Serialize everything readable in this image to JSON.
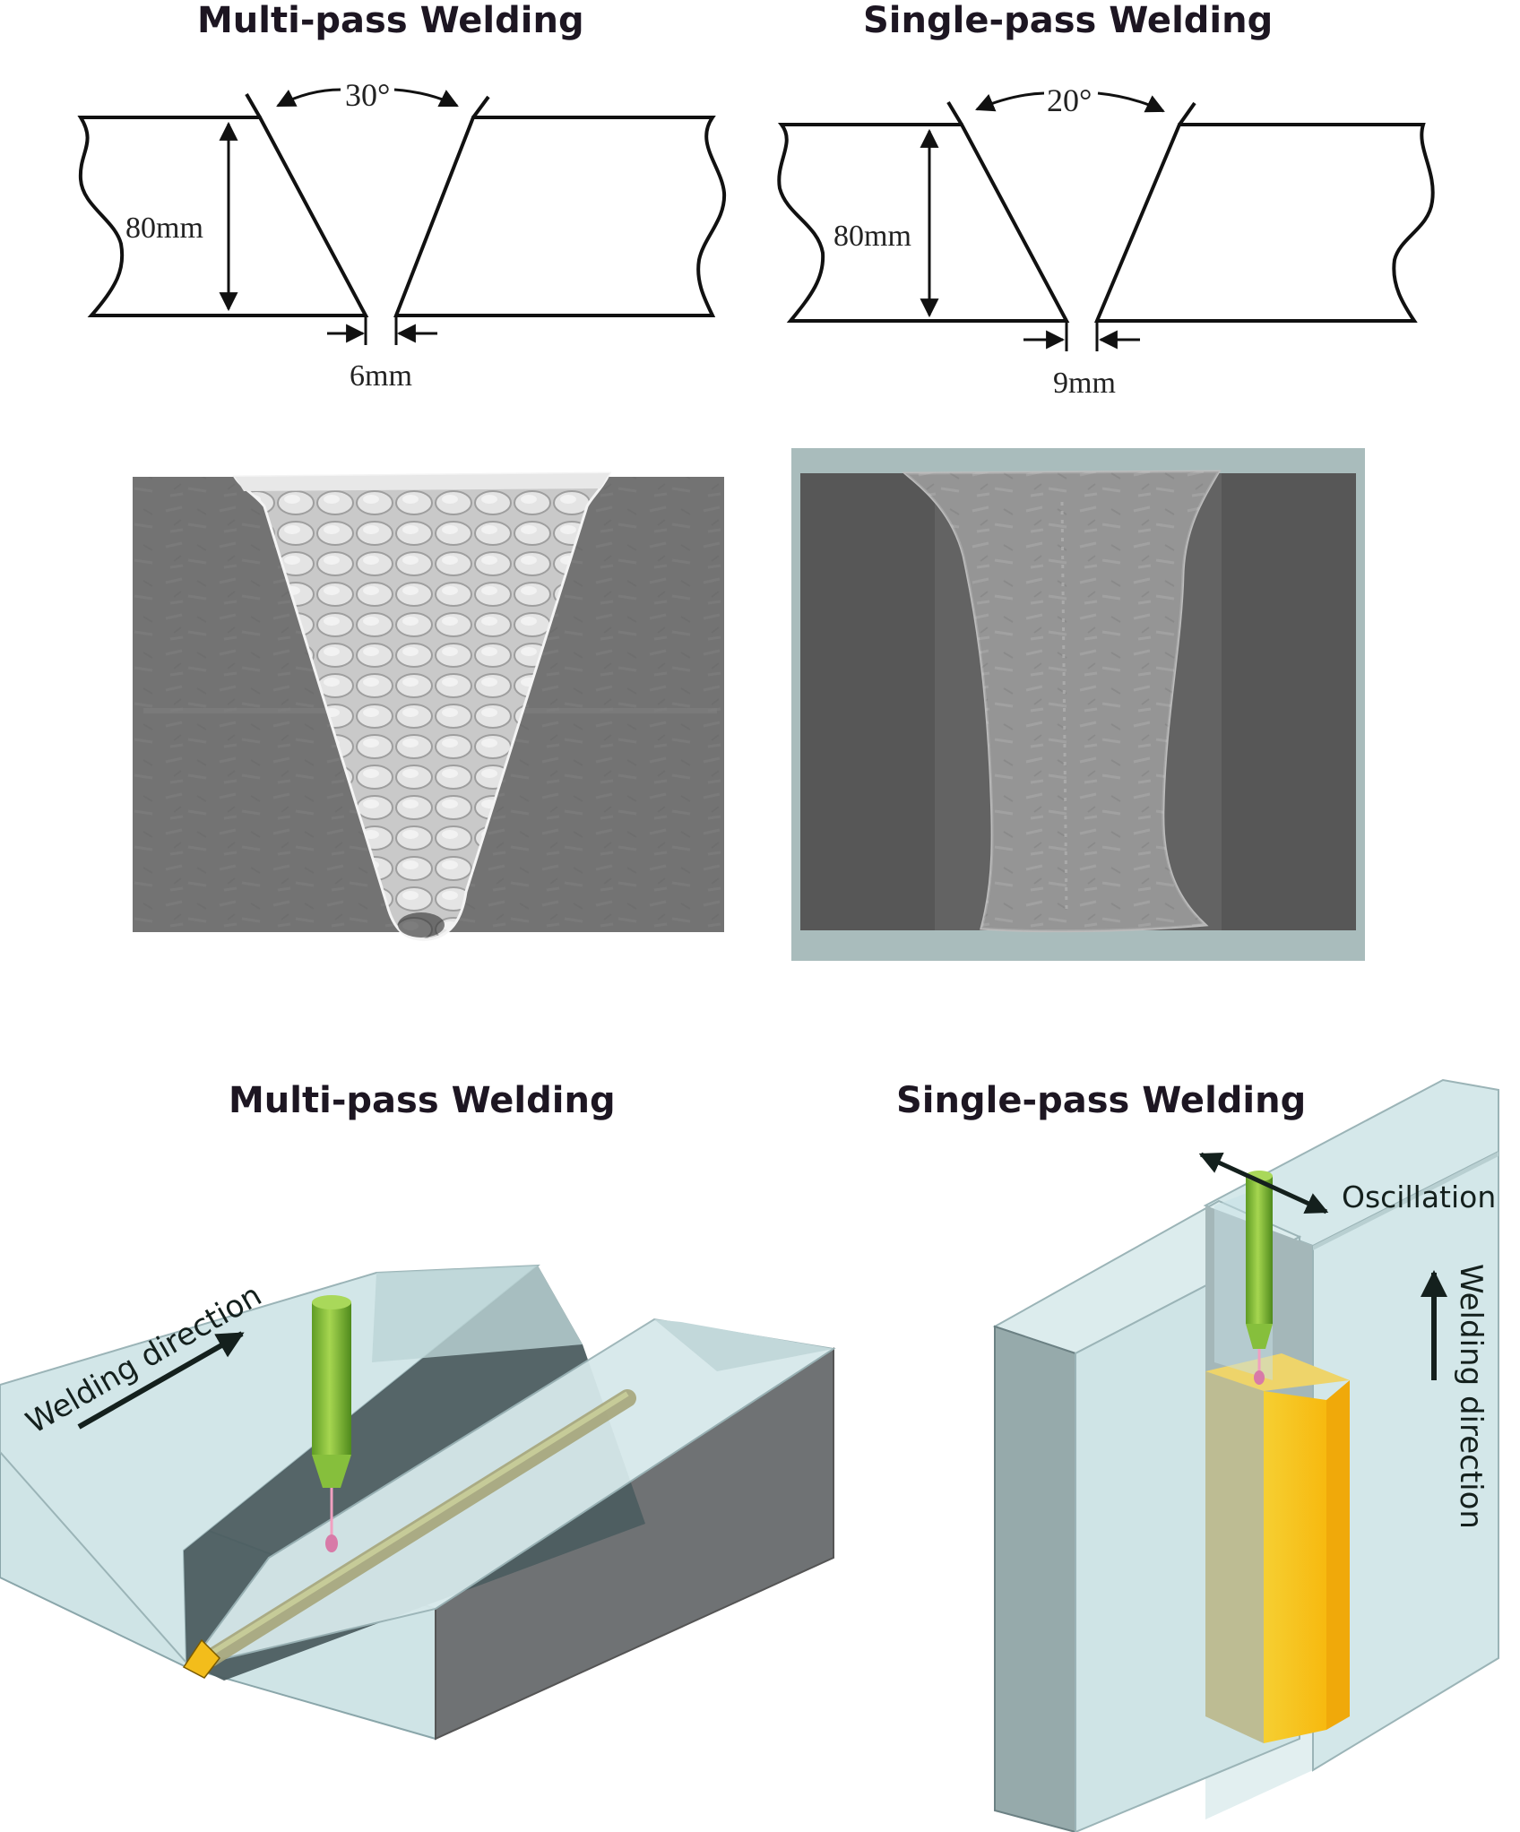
{
  "top": {
    "left_title": "Multi-pass Welding",
    "right_title": "Single-pass Welding",
    "left_sketch": {
      "angle": "30°",
      "thickness": "80mm",
      "gap": "6mm"
    },
    "right_sketch": {
      "angle": "20°",
      "thickness": "80mm",
      "gap": "9mm"
    }
  },
  "bottom": {
    "left_title": "Multi-pass Welding",
    "right_title": "Single-pass Welding",
    "left_direction": "Welding direction",
    "right_direction": "Welding direction",
    "oscillation": "Oscillation"
  },
  "colors": {
    "ink": "#1d1622",
    "plate_light": "#d3e6e8",
    "plate_side": "#707375",
    "groove_dark": "#4e5e61",
    "torch_green": "#7ab434",
    "weld_yellow": "#f7c010",
    "macro_grey": "#6c6c6c",
    "macro_bg": "#a7bbbb"
  }
}
